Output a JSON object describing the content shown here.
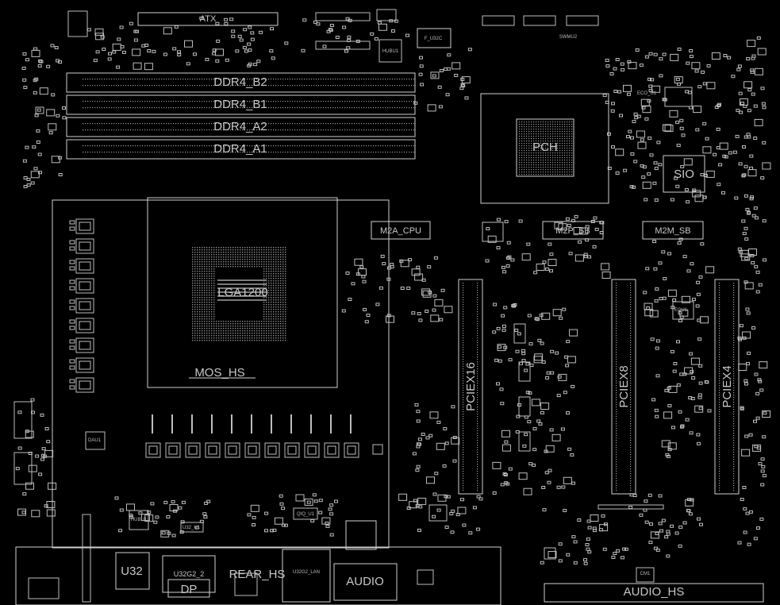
{
  "board": {
    "connectors": {
      "atx": "ATX",
      "ddr4_b2": "DDR4_B2",
      "ddr4_b1": "DDR4_B1",
      "ddr4_a2": "DDR4_A2",
      "ddr4_a1": "DDR4_A1",
      "cpu_socket": "LGA1200",
      "mos_hs": "MOS_HS",
      "m2a_cpu": "M2A_CPU",
      "m2p_sb": "M2P_SB",
      "m2m_sb": "M2M_SB",
      "sio": "SIO",
      "pch": "PCH",
      "pciex16": "PCIEX16",
      "pciex8": "PCIEX8",
      "pciex4": "PCIEX4",
      "audio": "AUDIO",
      "audio_hs": "AUDIO_HS",
      "rear_hs": "REAR_HS",
      "u32": "U32",
      "u32g2_2": "U32G2_2",
      "dp": "DP",
      "u32g2_lan": "U32G2_LAN",
      "f_u32c": "F_U32C"
    },
    "small_labels": {
      "hubu1": "HUBU1",
      "hubu1_b": "HUBU1",
      "ecu1": "ECU1",
      "eco_u1": "ECO_U1",
      "cm1": "CM1",
      "qiq_u1": "QIQ_U1",
      "dau1": "DAU1",
      "u32_u1": "U32_U1",
      "swmu2": "SWMU2"
    }
  }
}
